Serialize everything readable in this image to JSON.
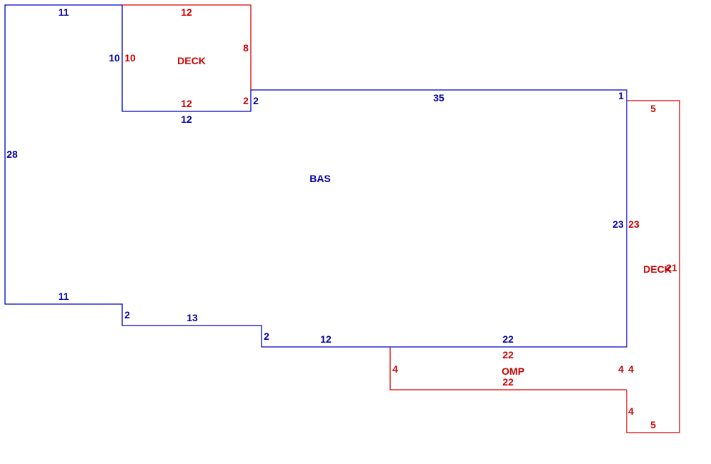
{
  "colors": {
    "main_line": "#0000cc",
    "main_text": "#0000aa",
    "addition_line": "#dd0000",
    "addition_text": "#cc0000",
    "background": "#ffffff"
  },
  "areas": {
    "main": "BAS",
    "deck_top": "DECK",
    "deck_right": "DECK",
    "omp": "OMP"
  },
  "dimensions": {
    "bas": {
      "top_left": "11",
      "left": "28",
      "deck_notch_left": "10",
      "deck_notch_bottom": "12",
      "deck_notch_right": "2",
      "top_main": "35",
      "top_right_corner": "1",
      "right": "23",
      "bottom_right": "22",
      "step3_bottom": "12",
      "step2_right": "2",
      "step2_bottom": "13",
      "step1_right": "2",
      "bottom_left": "11"
    },
    "deck_top": {
      "top": "12",
      "left": "10",
      "right": "8",
      "bottom": "12",
      "bottom_right": "2"
    },
    "deck_right": {
      "top": "5",
      "left": "23",
      "left_mid": "4",
      "left_lower": "4",
      "right": "21",
      "bottom": "5"
    },
    "omp": {
      "top": "22",
      "bottom": "22",
      "left": "4",
      "right": "4"
    }
  }
}
